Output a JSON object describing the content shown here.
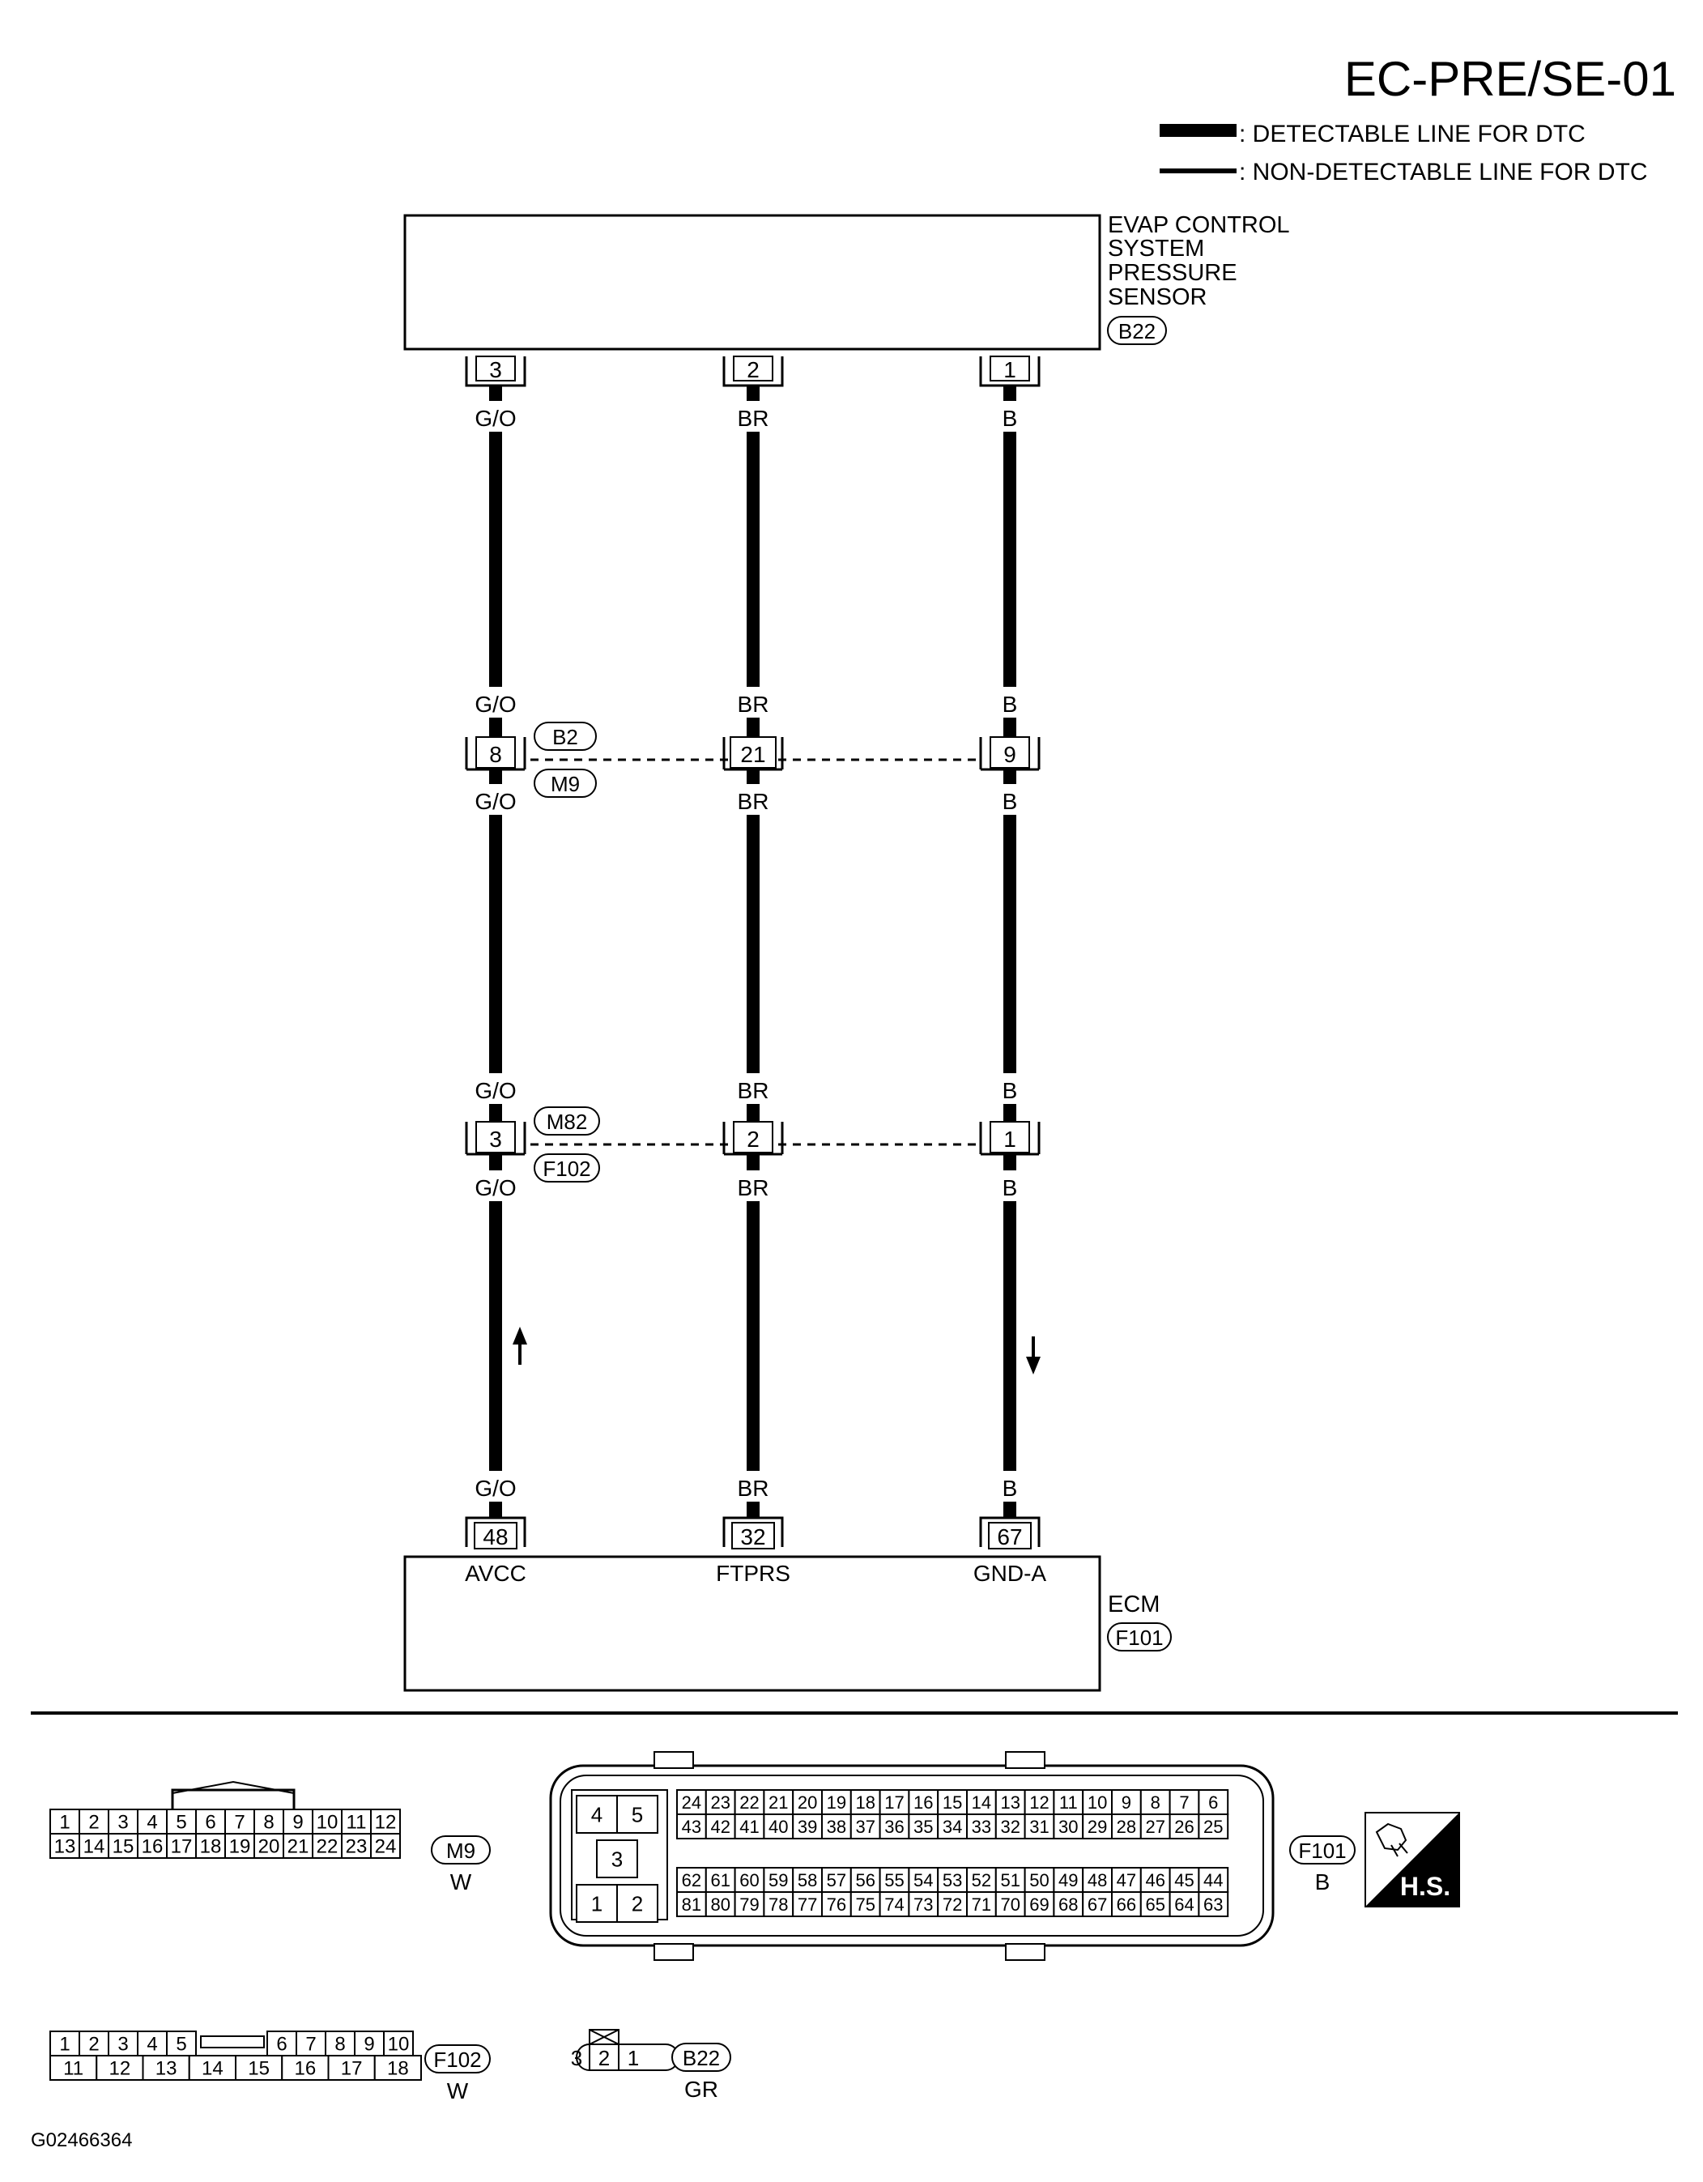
{
  "diagram_id": "EC-PRE/SE-01",
  "legend": {
    "detectable": ": DETECTABLE LINE FOR DTC",
    "non_detectable": ": NON-DETECTABLE LINE FOR DTC"
  },
  "sensor": {
    "name_lines": [
      "EVAP CONTROL",
      "SYSTEM",
      "PRESSURE",
      "SENSOR"
    ],
    "connector": "B22",
    "pins": [
      "3",
      "2",
      "1"
    ]
  },
  "wires": {
    "colors": [
      "G/O",
      "BR",
      "B"
    ]
  },
  "junction1": {
    "connector_top": "B2",
    "connector_bottom": "M9",
    "pins": [
      "8",
      "21",
      "9"
    ]
  },
  "junction2": {
    "connector_top": "M82",
    "connector_bottom": "F102",
    "pins": [
      "3",
      "2",
      "1"
    ]
  },
  "ecm": {
    "name": "ECM",
    "connector": "F101",
    "pins": [
      "48",
      "32",
      "67"
    ],
    "terminals": [
      "AVCC",
      "FTPRS",
      "GND-A"
    ]
  },
  "connectors": {
    "m9": {
      "id": "M9",
      "color": "W",
      "row1": [
        "1",
        "2",
        "3",
        "4",
        "5",
        "6",
        "7",
        "8",
        "9",
        "10",
        "11",
        "12"
      ],
      "row2": [
        "13",
        "14",
        "15",
        "16",
        "17",
        "18",
        "19",
        "20",
        "21",
        "22",
        "23",
        "24"
      ]
    },
    "f101": {
      "id": "F101",
      "color": "B",
      "power": [
        "4",
        "5",
        "3",
        "1",
        "2"
      ],
      "row1": [
        "24",
        "23",
        "22",
        "21",
        "20",
        "19",
        "18",
        "17",
        "16",
        "15",
        "14",
        "13",
        "12",
        "11",
        "10",
        "9",
        "8",
        "7",
        "6"
      ],
      "row2": [
        "43",
        "42",
        "41",
        "40",
        "39",
        "38",
        "37",
        "36",
        "35",
        "34",
        "33",
        "32",
        "31",
        "30",
        "29",
        "28",
        "27",
        "26",
        "25"
      ],
      "row3": [
        "62",
        "61",
        "60",
        "59",
        "58",
        "57",
        "56",
        "55",
        "54",
        "53",
        "52",
        "51",
        "50",
        "49",
        "48",
        "47",
        "46",
        "45",
        "44"
      ],
      "row4": [
        "81",
        "80",
        "79",
        "78",
        "77",
        "76",
        "75",
        "74",
        "73",
        "72",
        "71",
        "70",
        "69",
        "68",
        "67",
        "66",
        "65",
        "64",
        "63"
      ]
    },
    "f102": {
      "id": "F102",
      "color": "W",
      "row1": [
        "1",
        "2",
        "3",
        "4",
        "5",
        "6",
        "7",
        "8",
        "9",
        "10"
      ],
      "row2": [
        "11",
        "12",
        "13",
        "14",
        "15",
        "16",
        "17",
        "18"
      ]
    },
    "b22": {
      "id": "B22",
      "color": "GR",
      "pins": [
        "3",
        "2",
        "1"
      ]
    },
    "hs_label": "H.S."
  },
  "footer_code": "G02466364"
}
